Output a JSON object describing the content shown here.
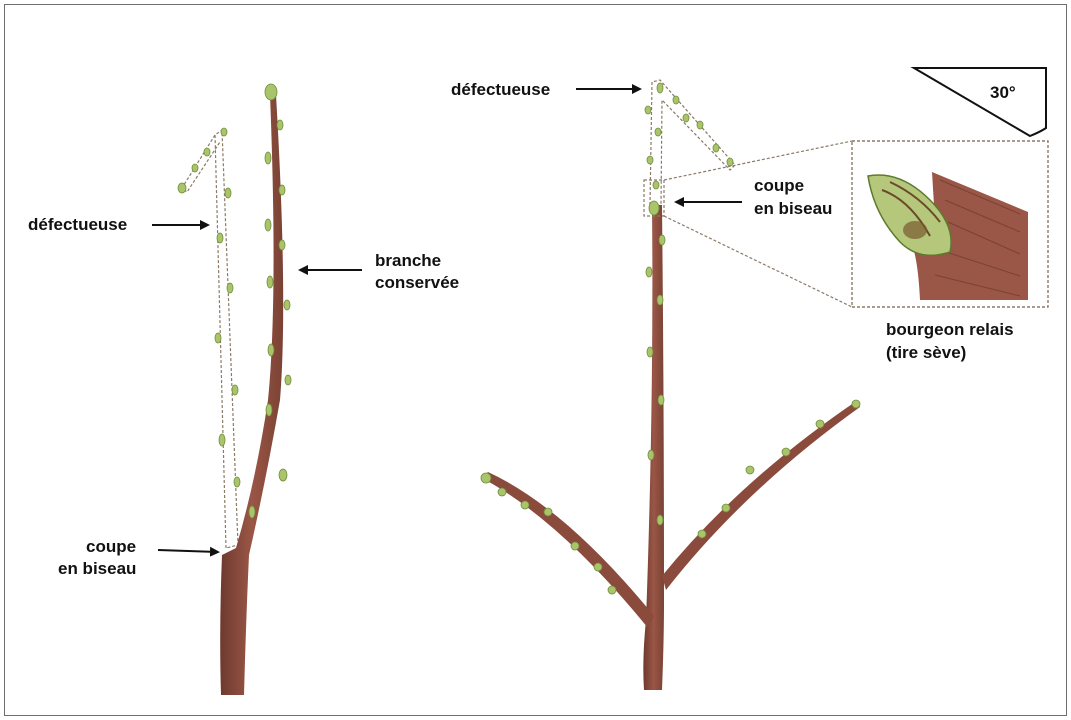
{
  "labels": {
    "left_defective": "défectueuse",
    "left_kept_line1": "branche",
    "left_kept_line2": "conservée",
    "left_cut_line1": "coupe",
    "left_cut_line2": "en biseau",
    "right_defective": "défectueuse",
    "right_cut_line1": "coupe",
    "right_cut_line2": "en biseau",
    "angle": "30°",
    "relay_bud_line1": "bourgeon relais",
    "relay_bud_line2": "(tire sève)"
  },
  "colors": {
    "bark": "#8a4a3c",
    "bark_dark": "#6e3a2e",
    "bud_green": "#a9c46b",
    "dashed_outline": "#8a7a66",
    "arrow": "#111111"
  }
}
